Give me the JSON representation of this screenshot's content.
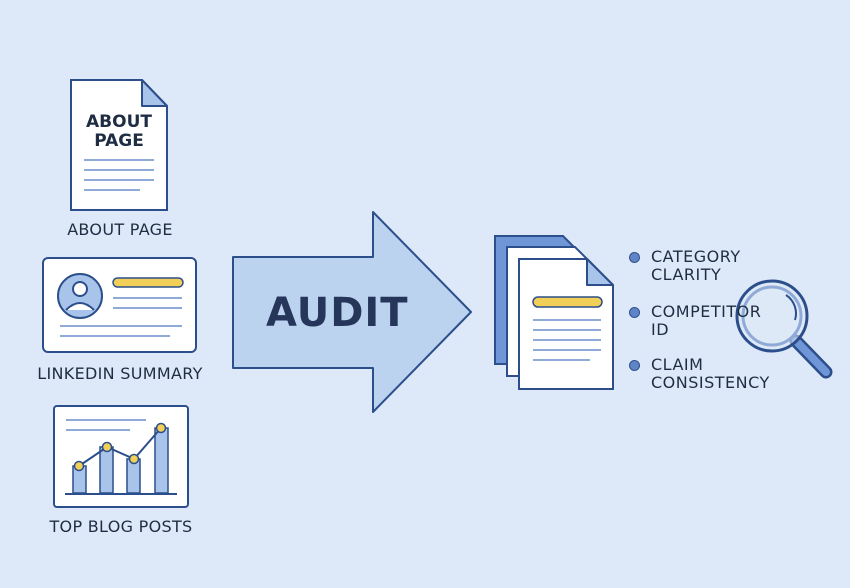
{
  "inputs": {
    "about_doc_title": "ABOUT\nPAGE",
    "about_label": "ABOUT PAGE",
    "linkedin_label": "LINKEDIN SUMMARY",
    "blog_label": "TOP BLOG POSTS"
  },
  "process": {
    "arrow_label": "AUDIT"
  },
  "criteria": [
    {
      "text": "CATEGORY\nCLARITY"
    },
    {
      "text": "COMPETITOR\nID"
    },
    {
      "text": "CLAIM\nCONSISTENCY"
    }
  ],
  "colors": {
    "background": "#dde9f8",
    "outline": "#2c4f8c",
    "accent_fill": "#bcd3f0",
    "highlight": "#f2cf57",
    "bar_fill": "#a9c4ea"
  },
  "icons": [
    "document-icon",
    "profile-card-icon",
    "chart-icon",
    "arrow-icon",
    "stacked-documents-icon",
    "magnifier-icon"
  ]
}
